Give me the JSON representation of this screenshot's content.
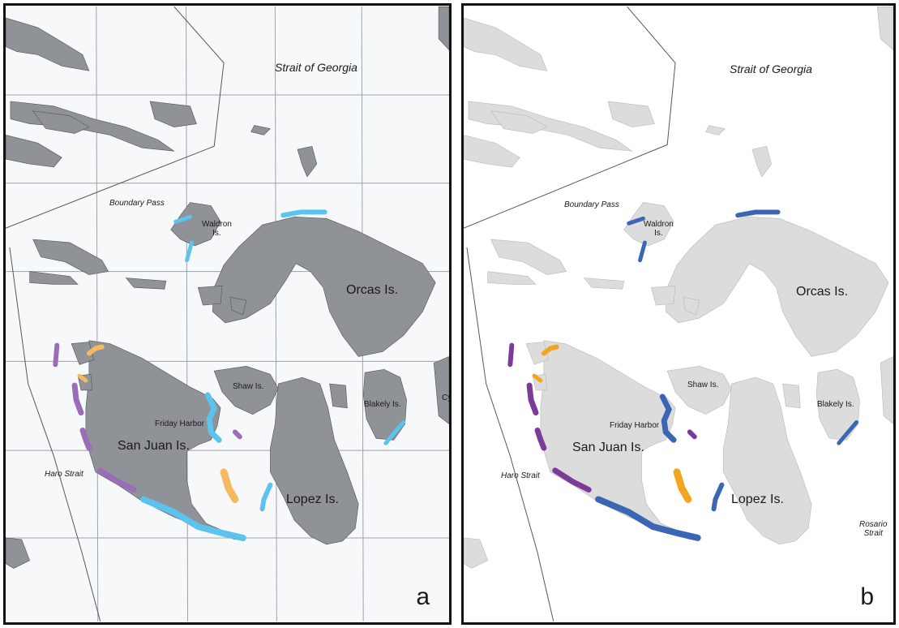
{
  "panels": [
    {
      "letter": "a",
      "labels": {
        "strait_of_georgia": "Strait of Georgia",
        "boundary_pass": "Boundary Pass",
        "waldron": "Waldron\nIs.",
        "orcas": "Orcas Is.",
        "shaw": "Shaw Is.",
        "blakely": "Blakely Is.",
        "cy": "Cy",
        "friday_harbor": "Friday Harbor",
        "san_juan": "San Juan Is.",
        "haro": "Haro Strait",
        "lopez": "Lopez Is."
      }
    },
    {
      "letter": "b",
      "labels": {
        "strait_of_georgia": "Strait of Georgia",
        "boundary_pass": "Boundary Pass",
        "waldron": "Waldron\nIs.",
        "orcas": "Orcas Is.",
        "shaw": "Shaw Is.",
        "blakely": "Blakely Is.",
        "friday_harbor": "Friday Harbor",
        "san_juan": "San Juan Is.",
        "haro": "Haro Strait",
        "lopez": "Lopez Is.",
        "rosario": "Rosario\nStrait"
      }
    }
  ],
  "colors": {
    "panel_a_land": "#8f9398",
    "panel_b_land": "#dcdcdc",
    "panel_a_blue": "#5cc3ef",
    "panel_b_blue": "#3a66b4",
    "purple_a": "#9b6cb8",
    "purple_b": "#7a3c98",
    "orange_a": "#f6b95e",
    "orange_b": "#f2a51e"
  }
}
